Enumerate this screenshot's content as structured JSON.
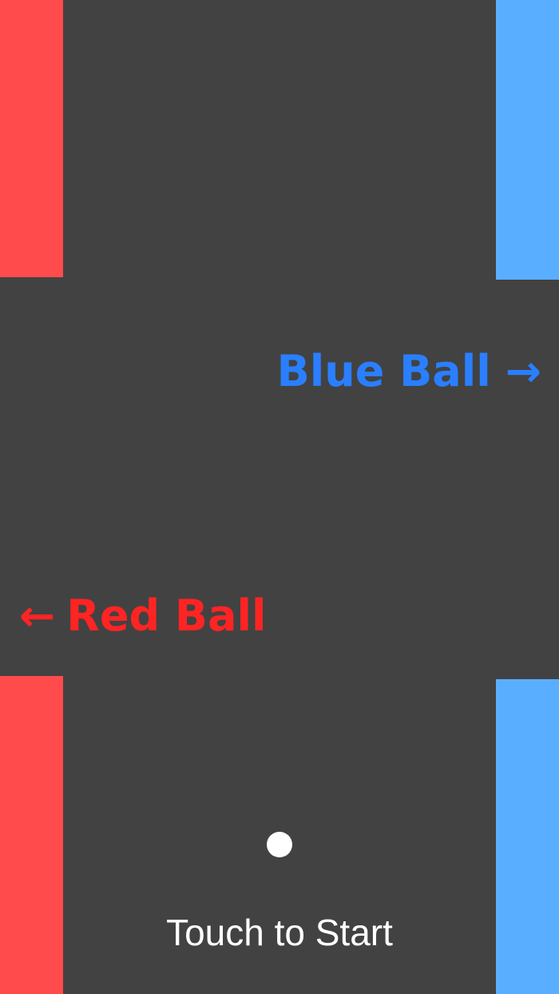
{
  "game": {
    "background_color": "#424242",
    "walls": {
      "red_color": "#ff4b4b",
      "blue_color": "#5aaeff"
    },
    "labels": {
      "blue": {
        "text": "Blue Ball",
        "arrow": "→",
        "color": "#2a7fff"
      },
      "red": {
        "text": "Red Ball",
        "arrow": "←",
        "color": "#ff2424"
      }
    },
    "ball": {
      "color": "#ffffff"
    },
    "prompt": "Touch to Start"
  }
}
